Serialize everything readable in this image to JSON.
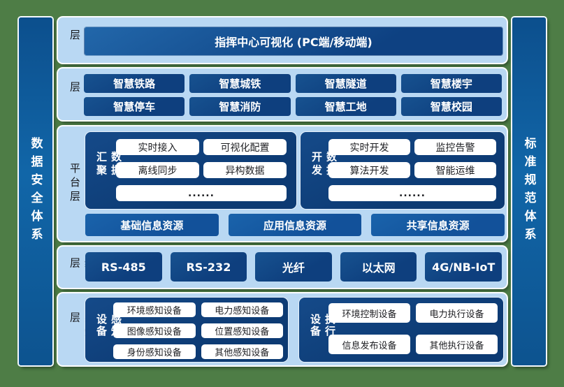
{
  "sidebars": {
    "left": "数据安全体系",
    "right": "标准规范体系"
  },
  "display_layer": {
    "label": "展示层",
    "box": "指挥中心可视化 (PC端/移动端)"
  },
  "application_layer": {
    "label": "应用层",
    "items": [
      "智慧铁路",
      "智慧城铁",
      "智慧隧道",
      "智慧楼宇",
      "智慧停车",
      "智慧消防",
      "智慧工地",
      "智慧校园"
    ]
  },
  "platform_layer": {
    "label": "平台层",
    "data_aggregation": {
      "label": "数据汇聚",
      "items": [
        "实时接入",
        "可视化配置",
        "离线同步",
        "异构数据"
      ],
      "more": "......"
    },
    "data_development": {
      "label": "数据开发",
      "items": [
        "实时开发",
        "监控告警",
        "算法开发",
        "智能运维"
      ],
      "more": "......"
    },
    "resources": [
      "基础信息资源",
      "应用信息资源",
      "共享信息资源"
    ]
  },
  "network_layer": {
    "label": "网络层",
    "items": [
      "RS-485",
      "RS-232",
      "光纤",
      "以太网",
      "4G/NB-IoT"
    ]
  },
  "perception_layer": {
    "label": "感知层",
    "sensing_devices": {
      "label": "感知设备",
      "items": [
        "环境感知设备",
        "电力感知设备",
        "图像感知设备",
        "位置感知设备",
        "身份感知设备",
        "其他感知设备"
      ]
    },
    "execution_devices": {
      "label": "执行设备",
      "items": [
        "环境控制设备",
        "电力执行设备",
        "信息发布设备",
        "其他执行设备"
      ]
    }
  },
  "colors": {
    "background_green": "#4e7d46",
    "layer_light_blue": "#b9d8f3",
    "box_navy": "#0e3f7e",
    "resource_blue": "#12519a",
    "sidebar_blue": "#1166a8",
    "text_white": "#ffffff",
    "text_dark": "#16171b"
  }
}
